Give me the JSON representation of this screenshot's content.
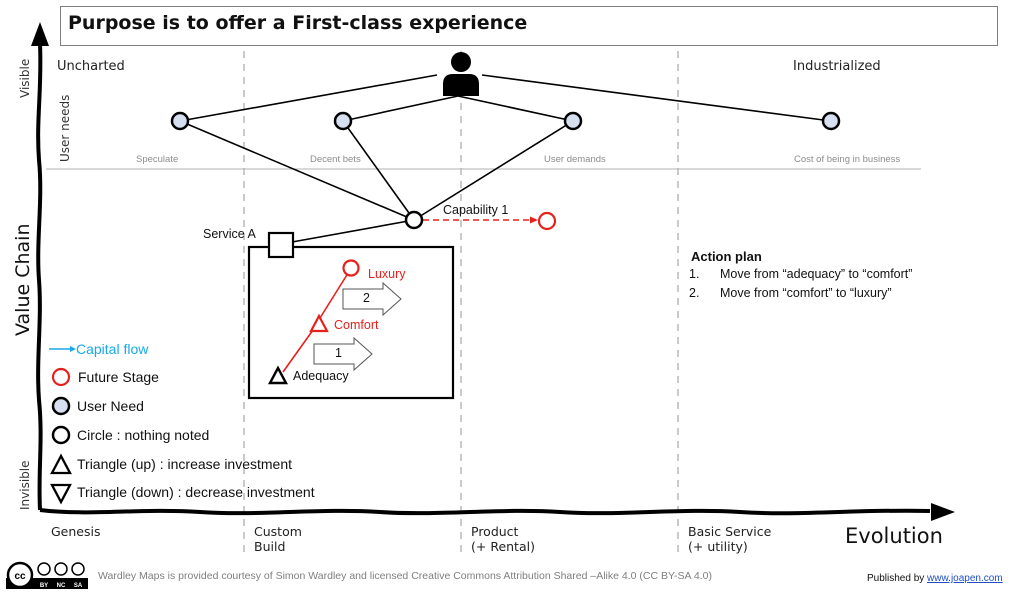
{
  "title": "Purpose is to offer a First-class experience",
  "axes": {
    "y_label": "Value Chain",
    "y_top": "Visible",
    "y_bottom": "Invisible",
    "user_needs_band": "User needs",
    "x_label": "Evolution",
    "x_stages": [
      {
        "line1": "Genesis",
        "line2": ""
      },
      {
        "line1": "Custom",
        "line2": "Build"
      },
      {
        "line1": "Product",
        "line2": "(+ Rental)"
      },
      {
        "line1": "Basic Service",
        "line2": "(+ utility)"
      }
    ]
  },
  "regions": {
    "left": "Uncharted",
    "right": "Industrialized"
  },
  "user_need_labels": [
    "Speculate",
    "Decent bets",
    "User demands",
    "Cost of being in business"
  ],
  "components": {
    "user": {
      "name": "User",
      "icon": "user-icon"
    },
    "capability": {
      "label": "Capability 1"
    },
    "service": {
      "label": "Service A"
    },
    "stages": [
      {
        "label": "Luxury",
        "shape": "circle",
        "color": "#e8201c"
      },
      {
        "label": "Comfort",
        "shape": "triangle-up",
        "color": "#e8201c"
      },
      {
        "label": "Adequacy",
        "shape": "triangle-up",
        "color": "#111111"
      }
    ],
    "moves": [
      {
        "number": "1"
      },
      {
        "number": "2"
      }
    ]
  },
  "action_plan": {
    "title": "Action plan",
    "items": [
      {
        "num": "1.",
        "text": "Move from “adequacy” to “comfort”"
      },
      {
        "num": "2.",
        "text": "Move from “comfort” to “luxury”"
      }
    ]
  },
  "legend": [
    {
      "label": "Capital flow",
      "symbol": "arrow",
      "color": "#19a8e8"
    },
    {
      "label": "Future Stage",
      "symbol": "circle-red",
      "color": "#e8201c"
    },
    {
      "label": "User Need",
      "symbol": "circle-filled",
      "color": "#111111"
    },
    {
      "label": "Circle : nothing noted",
      "symbol": "circle",
      "color": "#111111"
    },
    {
      "label": "Triangle (up) : increase investment",
      "symbol": "triangle-up",
      "color": "#111111"
    },
    {
      "label": "Triangle (down) : decrease investment",
      "symbol": "triangle-down",
      "color": "#111111"
    }
  ],
  "colors": {
    "future": "#e8201c",
    "user_need_fill": "#d6dff0",
    "capital_flow": "#19a8e8",
    "grid": "#a6a6a6"
  },
  "footer": {
    "license_text": "Wardley Maps is provided courtesy of Simon Wardley and licensed  Creative Commons Attribution Shared –Alike 4.0 (CC BY-SA 4.0)",
    "published_prefix": "Published by ",
    "published_link": "www.joapen.com",
    "cc_badge": {
      "main": "cc",
      "terms": [
        "BY",
        "NC",
        "SA"
      ]
    }
  }
}
